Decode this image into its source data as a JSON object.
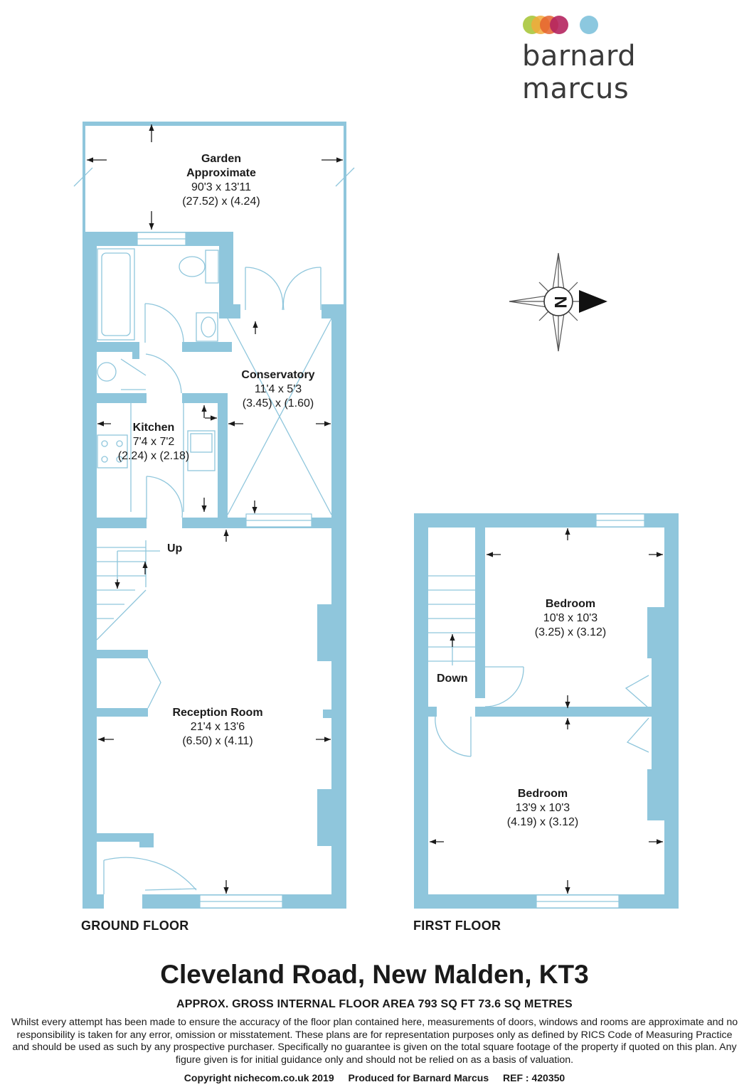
{
  "brand": {
    "name": "barnard marcus",
    "dot_colors": [
      "#a8c63c",
      "#f2a93b",
      "#e4632e",
      "#b5255f",
      "#7fc2dc"
    ]
  },
  "colors": {
    "wall": "#8fc6dc",
    "line": "#8fc6dc",
    "text": "#1a1a1a"
  },
  "rooms": {
    "garden": {
      "name_line1": "Garden",
      "name_line2": "Approximate",
      "imperial": "90'3 x 13'11",
      "metric": "(27.52) x (4.24)"
    },
    "conservatory": {
      "name": "Conservatory",
      "imperial": "11'4 x 5'3",
      "metric": "(3.45) x (1.60)"
    },
    "kitchen": {
      "name": "Kitchen",
      "imperial": "7'4 x 7'2",
      "metric": "(2.24) x (2.18)"
    },
    "reception": {
      "name": "Reception Room",
      "imperial": "21'4 x 13'6",
      "metric": "(6.50) x (4.11)"
    },
    "bedroom1": {
      "name": "Bedroom",
      "imperial": "10'8 x 10'3",
      "metric": "(3.25) x (3.12)"
    },
    "bedroom2": {
      "name": "Bedroom",
      "imperial": "13'9 x 10'3",
      "metric": "(4.19) x (3.12)"
    }
  },
  "stairs": {
    "up": "Up",
    "down": "Down"
  },
  "compass": {
    "letter": "N",
    "icon": "compass-icon"
  },
  "floors": {
    "ground": "GROUND FLOOR",
    "first": "FIRST FLOOR"
  },
  "address": "Cleveland Road, New Malden, KT3",
  "area": "APPROX. GROSS INTERNAL FLOOR AREA 793 SQ FT 73.6 SQ METRES",
  "disclaimer": "Whilst every attempt has been made to ensure the accuracy of the floor plan contained here, measurements of doors, windows and rooms are approximate and no responsibility is taken for any error, omission or misstatement. These plans are for representation purposes only as defined by RICS Code of Measuring Practice and should be used as such by any prospective purchaser.  Specifically no guarantee is given on the total square footage of the property if quoted on this plan. Any figure given is for initial guidance only and should not be relied on as a basis of valuation.",
  "footer": {
    "copyright": "Copyright nichecom.co.uk 2019",
    "produced": "Produced for Barnard Marcus",
    "ref": "REF : 420350"
  }
}
